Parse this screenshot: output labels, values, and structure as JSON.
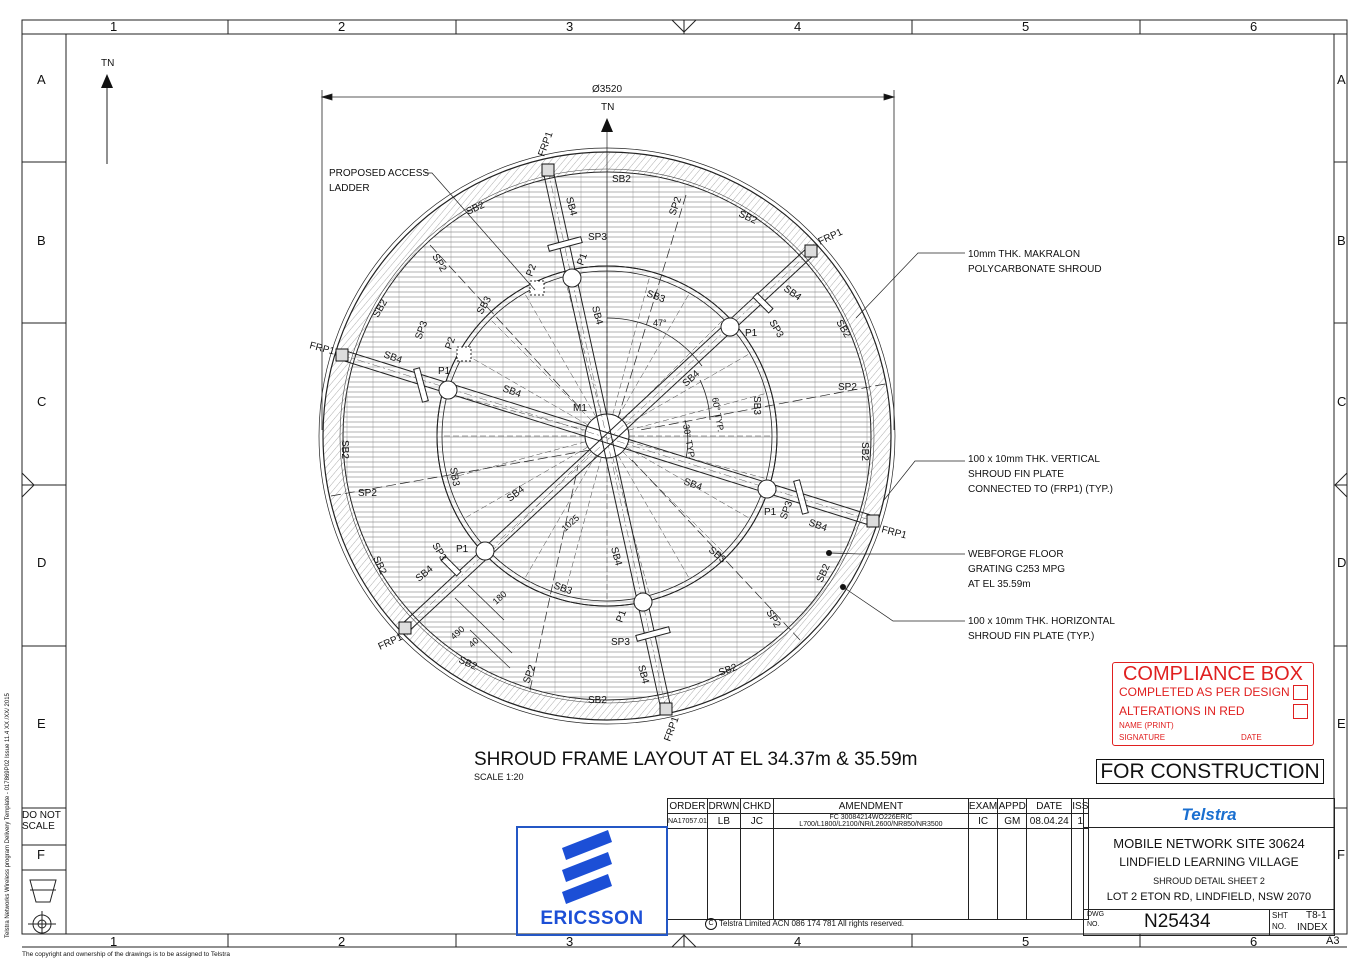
{
  "drawing": {
    "zones_top": [
      "1",
      "2",
      "3",
      "4",
      "5",
      "6"
    ],
    "zones_side": [
      "A",
      "B",
      "C",
      "D",
      "E",
      "F"
    ],
    "north_label": "TN",
    "diameter_label": "Ø3520",
    "title": "SHROUD FRAME LAYOUT AT EL 34.37m & 35.59m",
    "scale": "SCALE 1:20",
    "paper_size": "A3",
    "side_text": "Telstra Networks Wireless program Delivery Template - 017869P02 Issue 11.4  XX /XX/ 2015",
    "bottom_text": "The copyright and ownership of the drawings is to be assigned to Telstra",
    "angles": {
      "a47": "47°",
      "a60": "60° TYP.",
      "a30": "30° TYP."
    },
    "dims": {
      "d1025": "1025",
      "d180": "180",
      "d490": "490",
      "d40": "40"
    },
    "labels": {
      "sb2": "SB2",
      "sb3": "SB3",
      "sb4": "SB4",
      "sp2": "SP2",
      "sp3": "SP3",
      "p1": "P1",
      "p2": "P2",
      "m1": "M1",
      "frp1": "FRP1"
    }
  },
  "notes": {
    "ladder": [
      "PROPOSED ACCESS",
      "LADDER"
    ],
    "shroud": [
      "10mm THK. MAKRALON",
      "POLYCARBONATE SHROUD"
    ],
    "vertical_fin": [
      "100 x 10mm THK. VERTICAL",
      "SHROUD FIN PLATE",
      "CONNECTED TO (FRP1) (TYP.)"
    ],
    "grating": [
      "WEBFORGE FLOOR",
      "GRATING C253 MPG",
      "AT EL 35.59m"
    ],
    "horizontal_fin": [
      "100 x 10mm THK. HORIZONTAL",
      "SHROUD FIN PLATE  (TYP.)"
    ]
  },
  "compliance": {
    "title": "COMPLIANCE BOX",
    "design": "COMPLETED AS PER DESIGN",
    "alterations": "ALTERATIONS IN RED",
    "name": "NAME (PRINT)",
    "signature": "SIGNATURE",
    "date": "DATE"
  },
  "status": "FOR CONSTRUCTION",
  "amendments": {
    "headers": [
      "ORDER",
      "DRWN",
      "CHKD",
      "AMENDMENT",
      "EXAM",
      "APPD",
      "DATE",
      "ISS"
    ],
    "rows": [
      [
        "NA17057.01",
        "LB",
        "JC",
        "FC 30084214WO226ERIC L700/L1800/L2100/NR/L2600/NR850/NR3500",
        "IC",
        "GM",
        "08.04.24",
        "1"
      ]
    ]
  },
  "copyright": "Telstra Limited   ACN 086 174 781   All rights reserved.",
  "logos": {
    "ericsson": "ERICSSON",
    "telstra": "Telstra"
  },
  "title_block": {
    "site": "MOBILE NETWORK SITE 30624",
    "name": "LINDFIELD LEARNING VILLAGE",
    "sheet": "SHROUD DETAIL SHEET 2",
    "address": "LOT 2 ETON RD, LINDFIELD, NSW 2070",
    "dwg_label": "DWG",
    "no_label": "NO.",
    "dwg_no": "N25434",
    "sht_label": "SHT",
    "sht_no": "T8-1",
    "index": "INDEX"
  },
  "do_not_scale": "DO NOT SCALE",
  "colors": {
    "red": "#e02020",
    "ericsson_blue": "#1c4fd6",
    "telstra_blue": "#1a6fd0"
  }
}
